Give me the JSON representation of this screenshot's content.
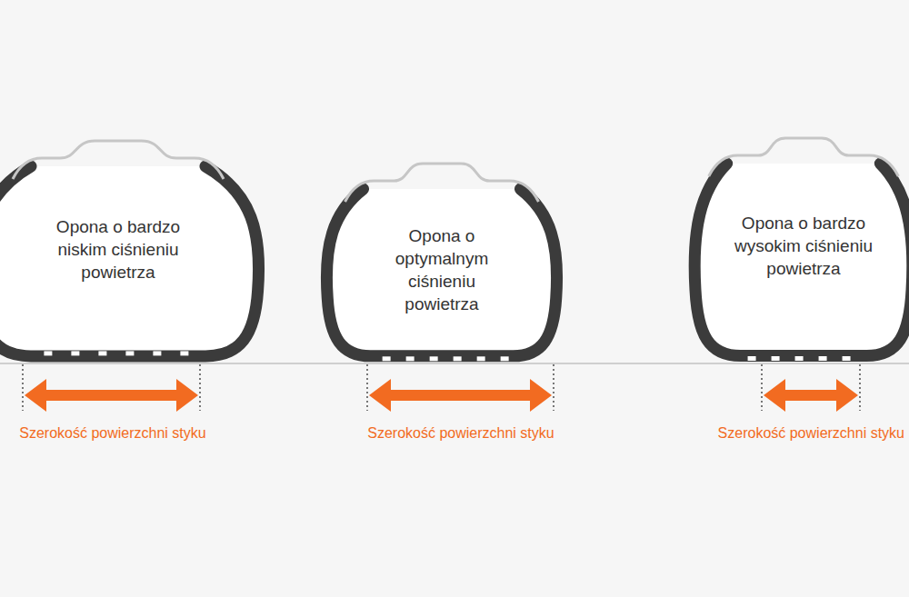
{
  "diagram": {
    "nodes": [
      {
        "text": [
          "Opona o bardzo niskim ciśnieniu powietrza"
        ]
      },
      {
        "text": [
          "Opona o optymalnym ciśnieniu powietrza"
        ]
      },
      {
        "text": [
          "Opona o bardzo wysokim ciśnieniu powietrza"
        ]
      }
    ],
    "labels": [
      "Szerokość powierzchni styku",
      "Szerokość powierzchni styku",
      "Szerokość powierzchni styku"
    ]
  }
}
